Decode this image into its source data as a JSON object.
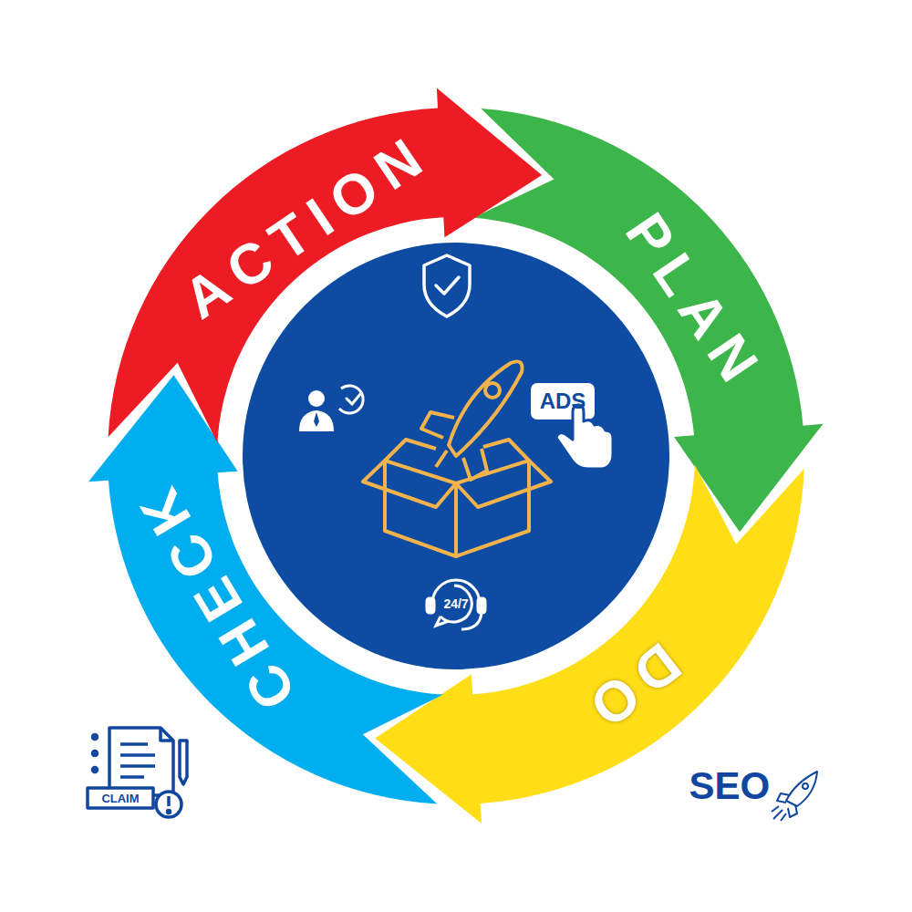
{
  "diagram": {
    "nodes": [
      {
        "text": [
          "PLAN"
        ]
      },
      {
        "text": [
          "DO"
        ]
      },
      {
        "text": [
          "CHECK"
        ]
      },
      {
        "text": [
          "ACTION"
        ]
      }
    ],
    "labels": [
      "ADS",
      "24/7",
      "CLAIM",
      "SEO"
    ]
  }
}
